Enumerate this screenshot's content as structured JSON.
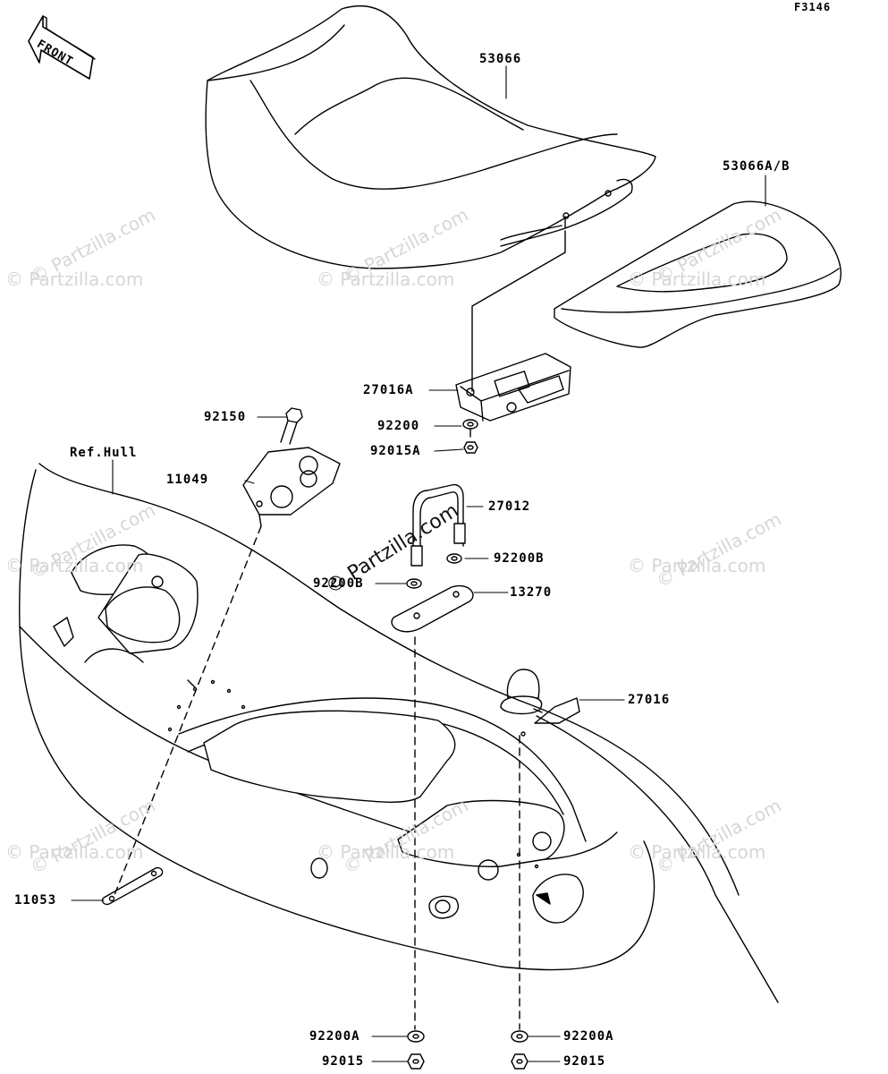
{
  "diagram_code": "F3146",
  "front_badge": "FRONT",
  "watermark": "© Partzilla.com",
  "labels": {
    "p53066": "53066",
    "p53066ab": "53066A/B",
    "p27016a": "27016A",
    "p92200": "92200",
    "p92015a": "92015A",
    "p92150": "92150",
    "p11049": "11049",
    "refhull": "Ref.Hull",
    "p27012": "27012",
    "p92200b_r": "92200B",
    "p92200b_l": "92200B",
    "p13270": "13270",
    "p27016": "27016",
    "p11053": "11053",
    "p92200a_l": "92200A",
    "p92200a_r": "92200A",
    "p92015_l": "92015",
    "p92015_r": "92015"
  }
}
